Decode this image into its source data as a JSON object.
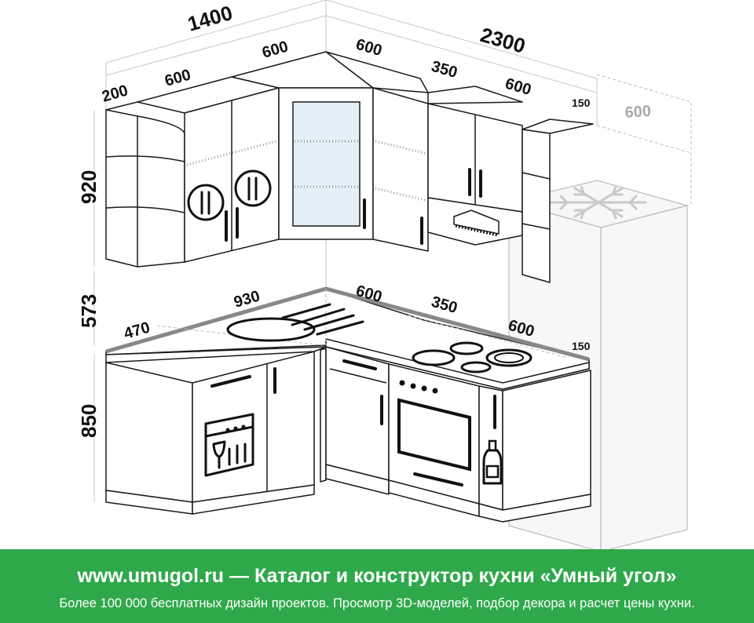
{
  "dimensions": {
    "left_width": "1400",
    "right_width": "2300",
    "upper_left_end": "200",
    "upper_left_cabinet": "600",
    "upper_corner_left": "600",
    "upper_corner_right": "600",
    "upper_right_hood": "350",
    "upper_right_cabinet": "600",
    "upper_right_end": "150",
    "fridge_width": "600",
    "upper_height": "920",
    "backsplash_height": "573",
    "base_height": "850",
    "base_left_end": "470",
    "base_corner_left": "930",
    "base_corner_right": "600",
    "base_right_hob": "350",
    "base_right_cabinet": "600",
    "base_right_end": "150"
  },
  "icons": {
    "upper_left_doors": "fork-knife-plate-icon",
    "corner_upper": "glass-door-icon",
    "hood": "range-hood-icon",
    "fridge": "snowflake-icon",
    "sink": "sink-icon",
    "hob": "hob-icon",
    "oven": "oven-icon",
    "dishwasher": "dishwasher-icon",
    "bottle_rack": "bottle-icon"
  },
  "colors": {
    "banner": "#2ea84a",
    "banner_text": "#ffffff",
    "outline": "#1a1a1a",
    "ghost": "#bdbdbd"
  },
  "footer": {
    "title": "www.umugol.ru — Каталог и конструктор кухни «Умный угол»",
    "subtitle": "Более 100 000 бесплатных дизайн проектов. Просмотр 3D-моделей, подбор декора и расчет цены кухни."
  }
}
